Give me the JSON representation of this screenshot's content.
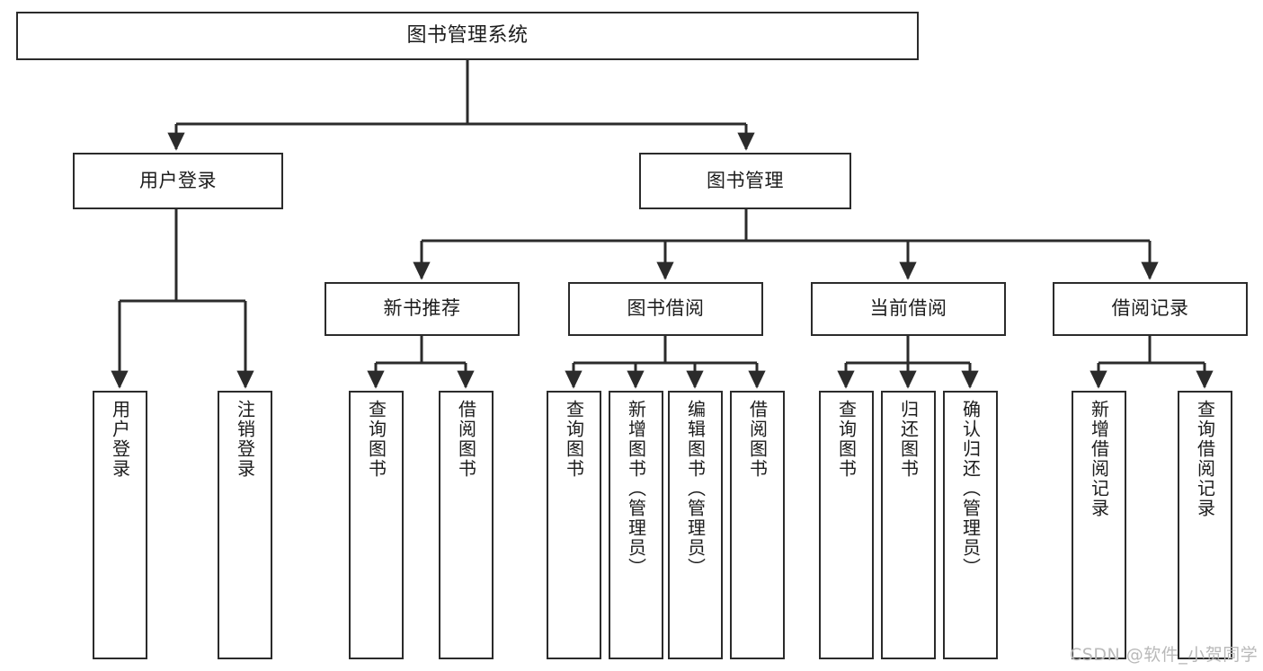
{
  "diagram": {
    "title": "图书管理系统",
    "type": "hierarchical-tree",
    "orientation": "top-down",
    "colors": {
      "background": "#ffffff",
      "node_border": "#2b2b2b",
      "node_fill": "#ffffff",
      "edge": "#2b2b2b",
      "text": "#1c1c1c",
      "watermark": "#b9b9b9"
    },
    "levels": [
      {
        "level": 1,
        "nodes": [
          {
            "id": "root",
            "label": "图书管理系统",
            "orientation": "horizontal"
          }
        ]
      },
      {
        "level": 2,
        "nodes": [
          {
            "id": "user-login",
            "label": "用户登录",
            "orientation": "horizontal",
            "parent": "root"
          },
          {
            "id": "book-manage",
            "label": "图书管理",
            "orientation": "horizontal",
            "parent": "root"
          }
        ]
      },
      {
        "level": 3,
        "nodes": [
          {
            "id": "new-book-rec",
            "label": "新书推荐",
            "orientation": "horizontal",
            "parent": "book-manage"
          },
          {
            "id": "book-borrow",
            "label": "图书借阅",
            "orientation": "horizontal",
            "parent": "book-manage"
          },
          {
            "id": "current-borrow",
            "label": "当前借阅",
            "orientation": "horizontal",
            "parent": "book-manage"
          },
          {
            "id": "borrow-record",
            "label": "借阅记录",
            "orientation": "horizontal",
            "parent": "book-manage"
          }
        ]
      },
      {
        "level": 4,
        "nodes": [
          {
            "id": "leaf-user-login",
            "label": "用户登录",
            "orientation": "vertical",
            "parent": "user-login"
          },
          {
            "id": "leaf-logout",
            "label": "注销登录",
            "orientation": "vertical",
            "parent": "user-login"
          },
          {
            "id": "leaf-query-book-1",
            "label": "查询图书",
            "orientation": "vertical",
            "parent": "new-book-rec"
          },
          {
            "id": "leaf-borrow-book-1",
            "label": "借阅图书",
            "orientation": "vertical",
            "parent": "new-book-rec"
          },
          {
            "id": "leaf-query-book-2",
            "label": "查询图书",
            "orientation": "vertical",
            "parent": "book-borrow"
          },
          {
            "id": "leaf-add-book",
            "label": "新增图书（管理员）",
            "orientation": "vertical",
            "parent": "book-borrow"
          },
          {
            "id": "leaf-edit-book",
            "label": "编辑图书（管理员）",
            "orientation": "vertical",
            "parent": "book-borrow"
          },
          {
            "id": "leaf-borrow-book-2",
            "label": "借阅图书",
            "orientation": "vertical",
            "parent": "book-borrow"
          },
          {
            "id": "leaf-query-book-3",
            "label": "查询图书",
            "orientation": "vertical",
            "parent": "current-borrow"
          },
          {
            "id": "leaf-return-book",
            "label": "归还图书",
            "orientation": "vertical",
            "parent": "current-borrow"
          },
          {
            "id": "leaf-confirm-return",
            "label": "确认归还（管理员）",
            "orientation": "vertical",
            "parent": "current-borrow"
          },
          {
            "id": "leaf-add-record",
            "label": "新增借阅记录",
            "orientation": "vertical",
            "parent": "borrow-record"
          },
          {
            "id": "leaf-query-record",
            "label": "查询借阅记录",
            "orientation": "vertical",
            "parent": "borrow-record"
          }
        ]
      }
    ],
    "watermark": "CSDN @软件_小贺同学"
  }
}
